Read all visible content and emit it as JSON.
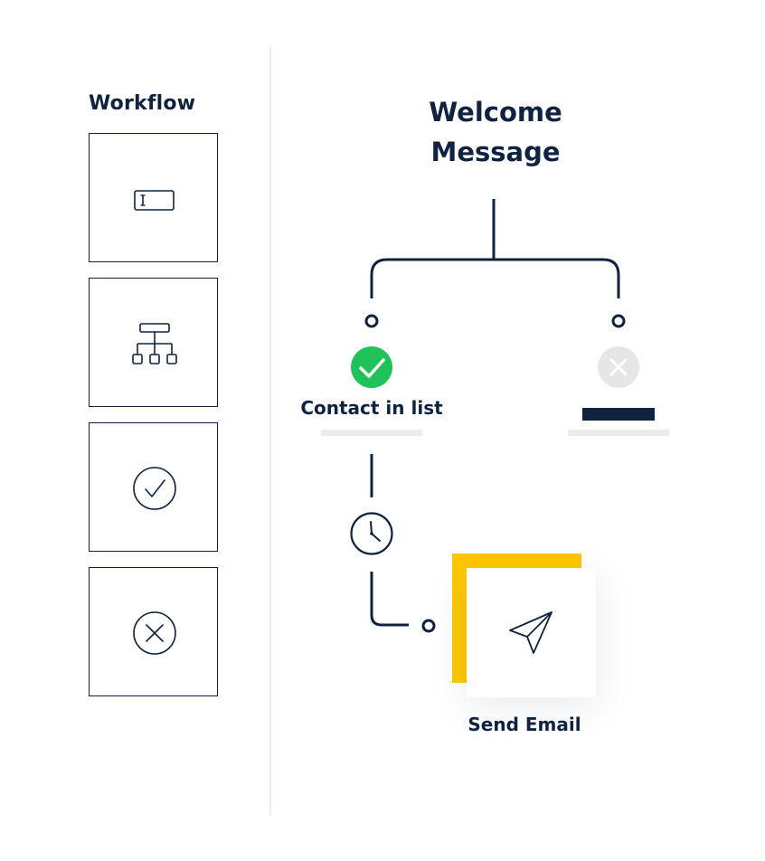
{
  "sidebar": {
    "title": "Workflow",
    "tools": [
      {
        "icon": "text-input-icon"
      },
      {
        "icon": "hierarchy-icon"
      },
      {
        "icon": "check-circle-icon"
      },
      {
        "icon": "x-circle-icon"
      }
    ]
  },
  "main": {
    "title_line1": "Welcome",
    "title_line2": "Message",
    "branch_yes": {
      "label": "Contact in list",
      "icon": "check-circle-icon",
      "color": "#1fc35a"
    },
    "branch_no": {
      "icon": "x-circle-icon",
      "color": "#e6e6e6"
    },
    "delay": {
      "icon": "clock-icon"
    },
    "action": {
      "label": "Send Email",
      "icon": "paper-plane-icon",
      "accent": "#ffc800"
    }
  },
  "colors": {
    "navy": "#0f2341",
    "placeholder": "#ececec"
  }
}
